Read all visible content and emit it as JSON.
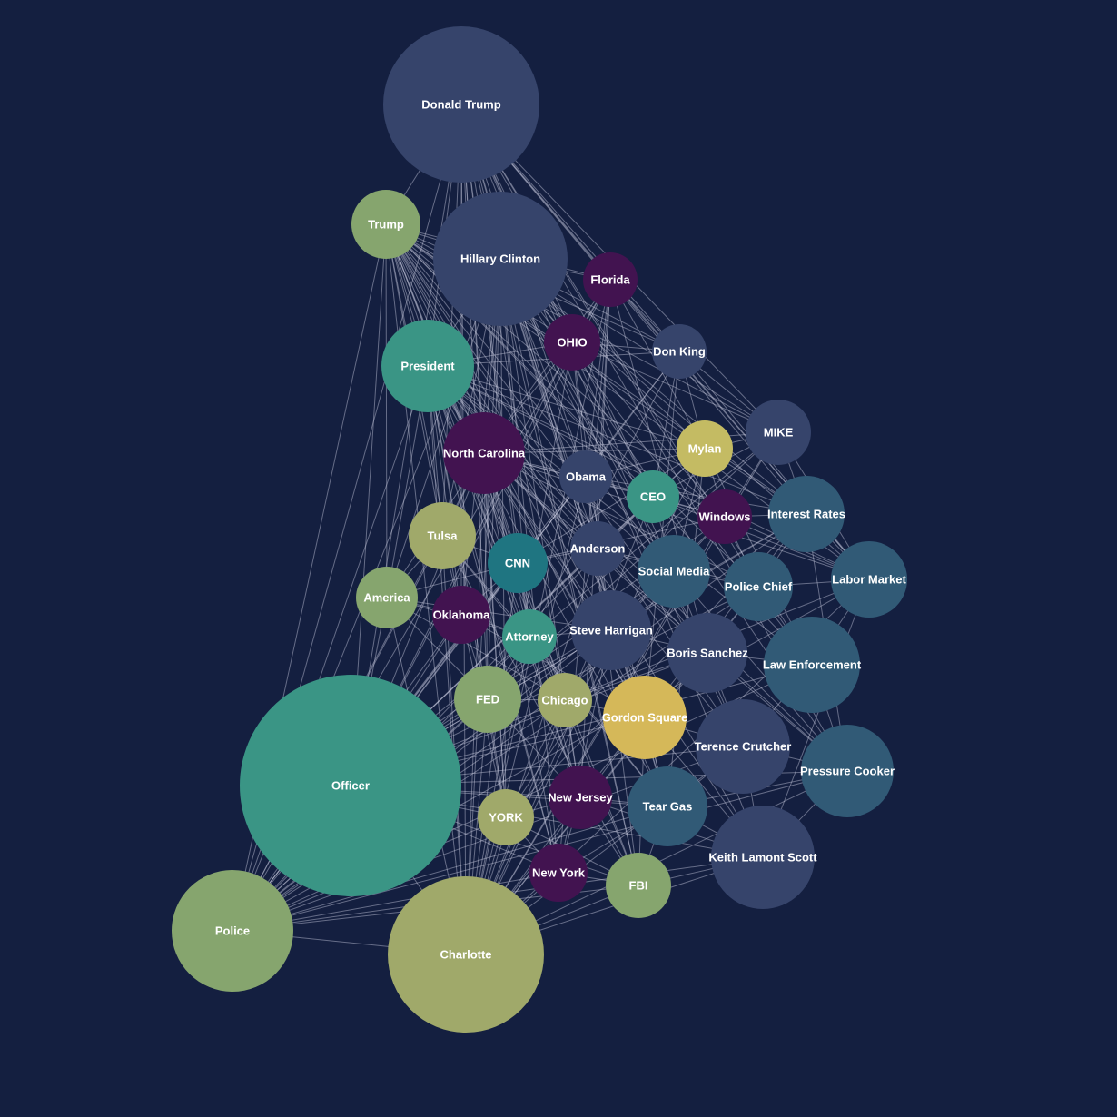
{
  "colors": {
    "background": "#141f40",
    "slate": "#36446b",
    "teal": "#3a9585",
    "purple": "#421350",
    "sage": "#86a56e",
    "olive": "#a0a96a",
    "blue": "#315a76",
    "gold": "#d5b859",
    "ocean": "#1f7581",
    "khaki": "#c4bb63",
    "edge": "#c9cde0"
  },
  "nodes": [
    {
      "id": "donald-trump",
      "label": "Donald Trump",
      "color": "slate"
    },
    {
      "id": "trump",
      "label": "Trump",
      "color": "sage"
    },
    {
      "id": "hillary-clinton",
      "label": "Hillary Clinton",
      "color": "slate"
    },
    {
      "id": "florida",
      "label": "Florida",
      "color": "purple"
    },
    {
      "id": "ohio",
      "label": "OHIO",
      "color": "purple"
    },
    {
      "id": "don-king",
      "label": "Don King",
      "color": "slate"
    },
    {
      "id": "president",
      "label": "President",
      "color": "teal"
    },
    {
      "id": "mike",
      "label": "MIKE",
      "color": "slate"
    },
    {
      "id": "mylan",
      "label": "Mylan",
      "color": "khaki"
    },
    {
      "id": "north-carolina",
      "label": "North Carolina",
      "color": "purple"
    },
    {
      "id": "obama",
      "label": "Obama",
      "color": "slate"
    },
    {
      "id": "ceo",
      "label": "CEO",
      "color": "teal"
    },
    {
      "id": "windows",
      "label": "Windows",
      "color": "purple"
    },
    {
      "id": "interest-rates",
      "label": "Interest Rates",
      "color": "blue"
    },
    {
      "id": "tulsa",
      "label": "Tulsa",
      "color": "olive"
    },
    {
      "id": "cnn",
      "label": "CNN",
      "color": "ocean"
    },
    {
      "id": "anderson",
      "label": "Anderson",
      "color": "slate"
    },
    {
      "id": "social-media",
      "label": "Social Media",
      "color": "blue"
    },
    {
      "id": "labor-market",
      "label": "Labor Market",
      "color": "blue"
    },
    {
      "id": "police-chief",
      "label": "Police Chief",
      "color": "blue"
    },
    {
      "id": "america",
      "label": "America",
      "color": "sage"
    },
    {
      "id": "oklahoma",
      "label": "Oklahoma",
      "color": "purple"
    },
    {
      "id": "attorney",
      "label": "Attorney",
      "color": "teal"
    },
    {
      "id": "steve-harrigan",
      "label": "Steve Harrigan",
      "color": "slate"
    },
    {
      "id": "boris-sanchez",
      "label": "Boris Sanchez",
      "color": "slate"
    },
    {
      "id": "law-enforcement",
      "label": "Law Enforcement",
      "color": "blue"
    },
    {
      "id": "fed",
      "label": "FED",
      "color": "sage"
    },
    {
      "id": "chicago",
      "label": "Chicago",
      "color": "olive"
    },
    {
      "id": "gordon-square",
      "label": "Gordon Square",
      "color": "gold"
    },
    {
      "id": "terence-crutcher",
      "label": "Terence Crutcher",
      "color": "slate"
    },
    {
      "id": "pressure-cooker",
      "label": "Pressure Cooker",
      "color": "blue"
    },
    {
      "id": "officer",
      "label": "Officer",
      "color": "teal"
    },
    {
      "id": "new-jersey",
      "label": "New Jersey",
      "color": "purple"
    },
    {
      "id": "tear-gas",
      "label": "Tear Gas",
      "color": "blue"
    },
    {
      "id": "york",
      "label": "YORK",
      "color": "olive"
    },
    {
      "id": "keith-lamont-scott",
      "label": "Keith Lamont Scott",
      "color": "slate"
    },
    {
      "id": "new-york",
      "label": "New York",
      "color": "purple"
    },
    {
      "id": "fbi",
      "label": "FBI",
      "color": "sage"
    },
    {
      "id": "police",
      "label": "Police",
      "color": "sage"
    },
    {
      "id": "charlotte",
      "label": "Charlotte",
      "color": "olive"
    }
  ]
}
